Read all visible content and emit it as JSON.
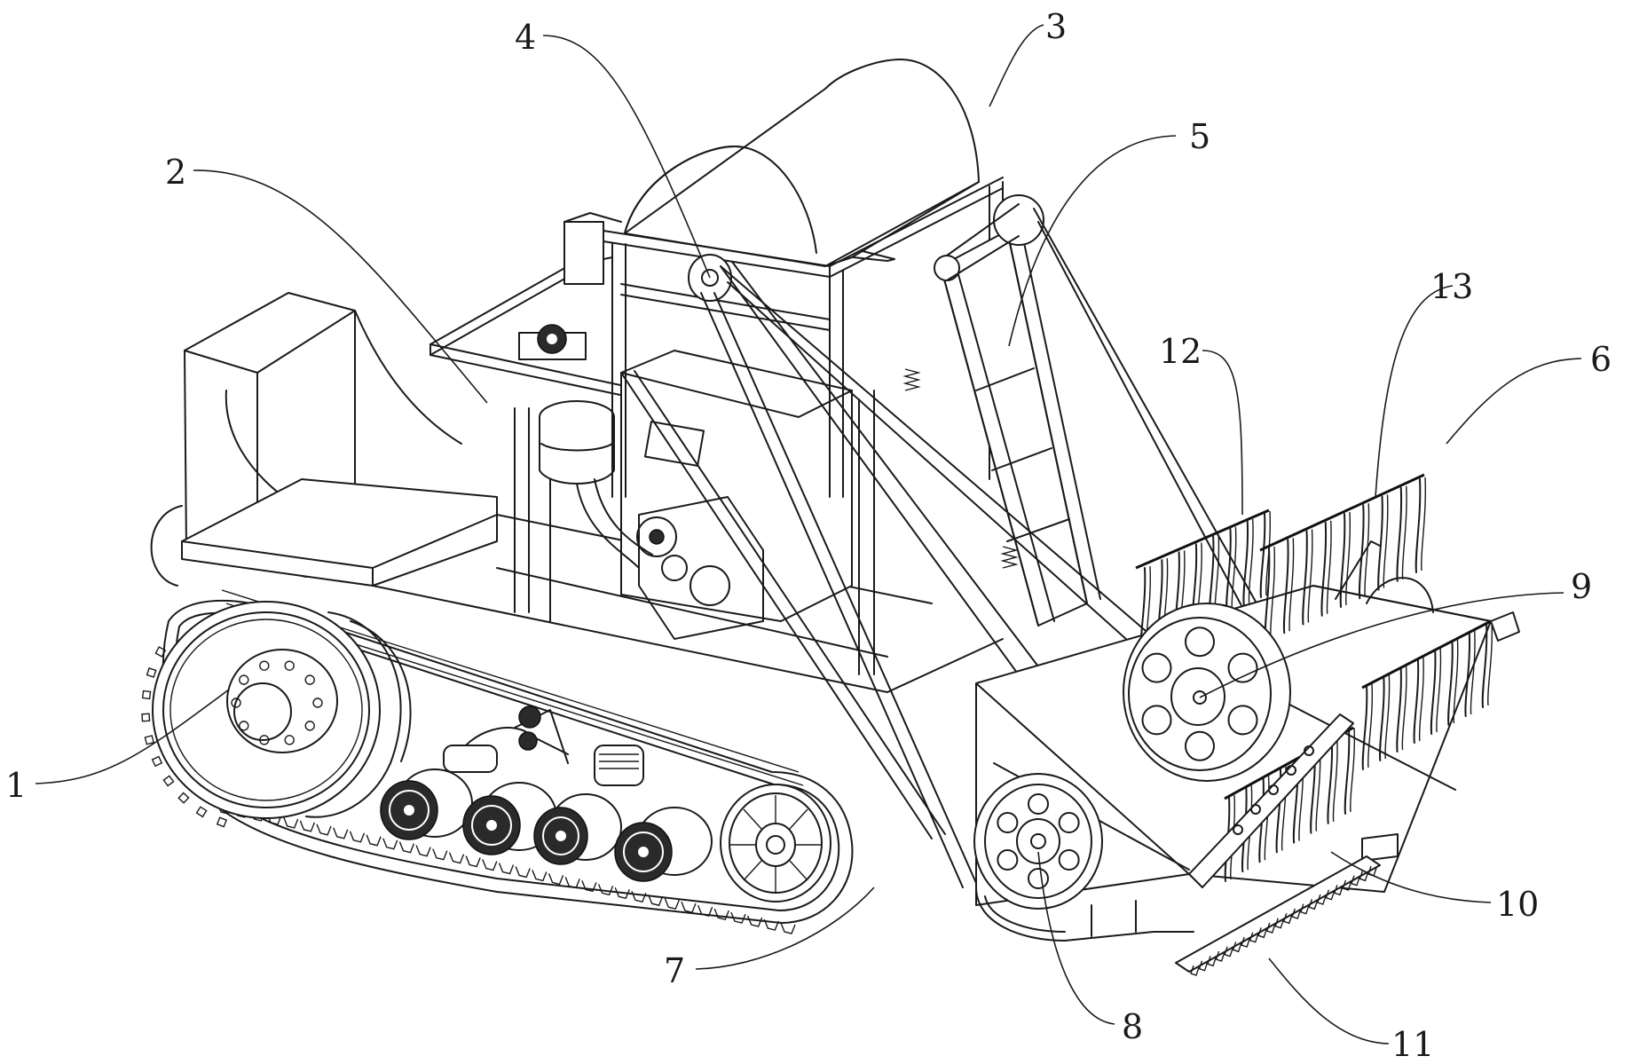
{
  "figure": {
    "description": "Isometric line drawing of a tracked harvesting machine with numbered part callouts",
    "line_color": "#1a1a1a",
    "background": "#ffffff"
  },
  "callouts": [
    {
      "id": "1",
      "label": "1"
    },
    {
      "id": "2",
      "label": "2"
    },
    {
      "id": "3",
      "label": "3"
    },
    {
      "id": "4",
      "label": "4"
    },
    {
      "id": "5",
      "label": "5"
    },
    {
      "id": "6",
      "label": "6"
    },
    {
      "id": "7",
      "label": "7"
    },
    {
      "id": "8",
      "label": "8"
    },
    {
      "id": "9",
      "label": "9"
    },
    {
      "id": "10",
      "label": "10"
    },
    {
      "id": "11",
      "label": "11"
    },
    {
      "id": "12",
      "label": "12"
    },
    {
      "id": "13",
      "label": "13"
    }
  ],
  "components": {
    "track_rollers": 4,
    "large_pulley_holes": 6,
    "small_pulley_holes": 6,
    "drive_hub_bolts": 10
  }
}
